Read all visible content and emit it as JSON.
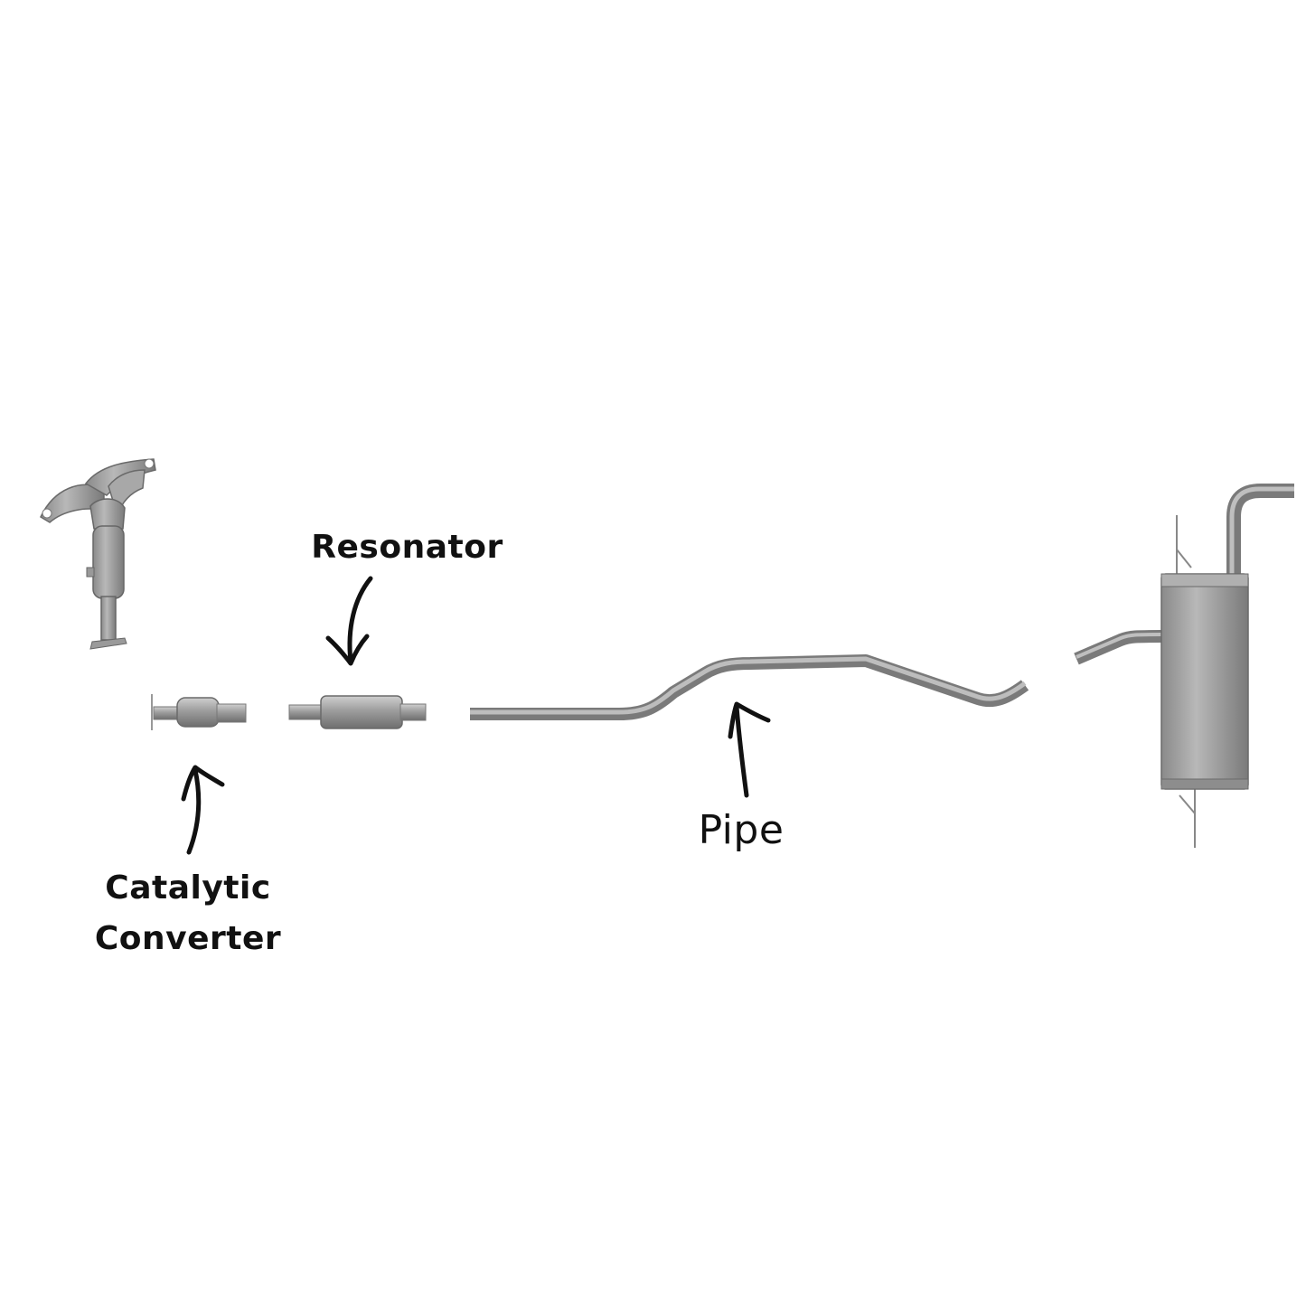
{
  "labels": {
    "resonator": "Resonator",
    "catalytic_line1": "Catalytic",
    "catalytic_line2": "Converter",
    "pipe": "Pipe"
  },
  "colors": {
    "background": "#ffffff",
    "metal": "#9a9a9a",
    "metal_dark": "#6f6f6f",
    "metal_light": "#c4c4c4",
    "ink": "#111111"
  },
  "parts": [
    {
      "id": "exhaust-manifold",
      "icon": "exhaust-manifold-icon"
    },
    {
      "id": "catalytic-converter",
      "icon": "catalytic-converter-icon"
    },
    {
      "id": "resonator",
      "icon": "resonator-icon"
    },
    {
      "id": "pipe",
      "icon": "pipe-icon"
    },
    {
      "id": "muffler",
      "icon": "muffler-icon"
    }
  ]
}
